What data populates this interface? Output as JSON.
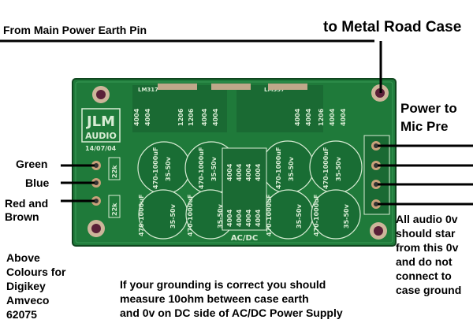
{
  "labels": {
    "from_main": "From Main Power Earth Pin",
    "to_case": "to Metal Road Case",
    "power_to": "Power to",
    "mic_pre": "Mic Pre",
    "green": "Green",
    "blue": "Blue",
    "red_and": "Red and",
    "brown": "Brown",
    "above_1": "Above",
    "above_2": "Colours for",
    "above_3": "Digikey",
    "above_4": "Amveco",
    "above_5": "62075",
    "audio_1": "All audio 0v",
    "audio_2": "should star",
    "audio_3": "from this 0v",
    "audio_4": "and do not",
    "audio_5": "connect to",
    "audio_6": "case ground",
    "note_1": "If your grounding is correct you should",
    "note_2": "measure 10ohm between case earth",
    "note_3": "and 0v on DC side of AC/DC Power Supply"
  },
  "board": {
    "logo_1": "JLM",
    "logo_2": "AUDIO",
    "date": "14/07/04",
    "acdc": "AC/DC",
    "cap_value": "470-1000uF",
    "cap_voltage": "35-50v",
    "resistor_value": "22k",
    "diode_value": "4004",
    "ic_1": "LM317",
    "ic_2": "LM337",
    "small_cap": "1206",
    "colors": {
      "pcb": "#1f7a3a",
      "pcb_dark": "#15582a",
      "pad_ring": "#c9a27a",
      "mount_hole": "#7a2a44",
      "wire": "#000000"
    }
  }
}
